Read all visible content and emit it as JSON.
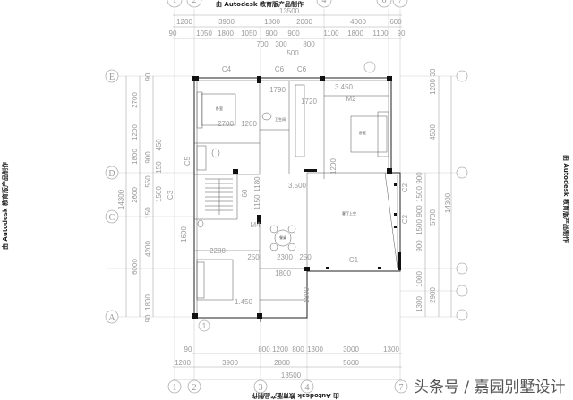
{
  "watermark": {
    "autodesk": "由 Autodesk 教育版产品制作",
    "source": "头条号 / 嘉园别墅设计"
  },
  "axes": {
    "top": [
      "1",
      "2",
      "4",
      "6",
      "7"
    ],
    "bottom": [
      "1",
      "2",
      "3",
      "4",
      "7"
    ],
    "left": [
      "E",
      "D",
      "C",
      "A"
    ],
    "section_marker": "1"
  },
  "dimensions": {
    "top_total": "13500",
    "top_row1": [
      "1200",
      "3900",
      "1800",
      "2000",
      "4000",
      "600"
    ],
    "top_row2": [
      "90",
      "1050",
      "1800",
      "1050",
      "700",
      "900",
      "300",
      "900",
      "800",
      "1100",
      "1800",
      "1100",
      "90"
    ],
    "top_row2_sub": "500",
    "bottom_row1": [
      "90",
      "800",
      "1200",
      "800",
      "1300",
      "3000",
      "1300"
    ],
    "bottom_row2": [
      "1200",
      "3900",
      "2800",
      "5600"
    ],
    "bottom_total": "13500",
    "left_total": "14300",
    "left_row1": [
      "2700",
      "1200",
      "1800",
      "2600",
      "6000"
    ],
    "left_row2": [
      "90",
      "450",
      "900",
      "150",
      "550",
      "1500",
      "150",
      "4200",
      "1800",
      "90"
    ],
    "right_total": "14300",
    "right_row1": [
      "30",
      "1200",
      "4500",
      "5700",
      "2900"
    ],
    "right_row2": [
      "900",
      "1500",
      "900",
      "1500",
      "900",
      "1000",
      "1300"
    ]
  },
  "plan": {
    "window_labels": [
      "C4",
      "C6",
      "C6",
      "C5",
      "C3",
      "C2",
      "C2",
      "C1"
    ],
    "door_labels": [
      "M2",
      "M4"
    ],
    "elevations": [
      "3.450",
      "3.500",
      "1.450"
    ],
    "inner_dims": [
      "1790",
      "1720",
      "2700",
      "1200",
      "1200",
      "1180",
      "1150",
      "60",
      "1600",
      "2288",
      "250",
      "2300",
      "250",
      "1800",
      "1800"
    ],
    "rooms": {
      "bedroom_nw": "卧室",
      "bedroom_master": "卧室",
      "bathroom": "卫生间",
      "dining": "餐桌",
      "void": "客厅上空"
    }
  }
}
